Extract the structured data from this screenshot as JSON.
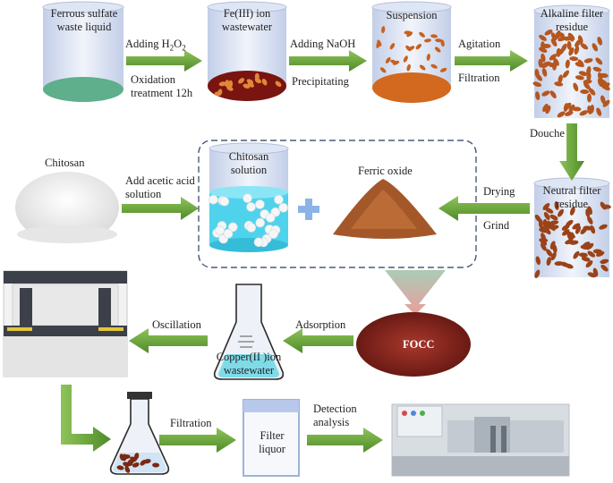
{
  "steps": {
    "ferrous": {
      "line1": "Ferrous sulfate",
      "line2": "waste liquid"
    },
    "fe3": {
      "line1": "Fe(III)  ion",
      "line2": "wastewater"
    },
    "suspension": "Suspension",
    "alkaline": {
      "line1": "Alkaline filter",
      "line2": "residue"
    },
    "neutral": {
      "line1": "Neutral filter",
      "line2": "residue"
    },
    "chitosan": "Chitosan",
    "chitosan_solution": {
      "line1": "Chitosan",
      "line2": "solution"
    },
    "ferric_oxide": "Ferric oxide",
    "focc": "FOCC",
    "copper": {
      "line1": "Copper(II )ion",
      "line2": "wastewater"
    },
    "filter_liquor": {
      "line1": "Filter",
      "line2": "liquor"
    }
  },
  "arrows": {
    "h2o2": {
      "main": "Adding  H",
      "sub": "2",
      "tail": "O",
      "sub2": "2"
    },
    "oxidation": {
      "line1": "Oxidation",
      "line2": "treatment 12h"
    },
    "naoh": "Adding  NaOH",
    "precipitating": "Precipitating",
    "agitation": "Agitation",
    "filtration1": "Filtration",
    "douche": "Douche",
    "acetic": {
      "line1": "Add acetic acid",
      "line2": "solution"
    },
    "drying": "Drying",
    "grind": "Grind",
    "adsorption": "Adsorption",
    "oscillation": "Oscillation",
    "filtration2": "Filtration",
    "detection": {
      "line1": "Detection",
      "line2": "analysis"
    }
  },
  "colors": {
    "arrow_green": "#6aa83a",
    "beaker_blue": "#c9d4ea",
    "green_liquid": "#5fae8c",
    "red_liquid": "#7a1410",
    "orange_liquid": "#d2691e",
    "particle_brown": "#b5561e",
    "cyan_liquid": "#4fd3ec",
    "plus_blue": "#8ab4e6",
    "focc_red": "#8c2a22"
  }
}
